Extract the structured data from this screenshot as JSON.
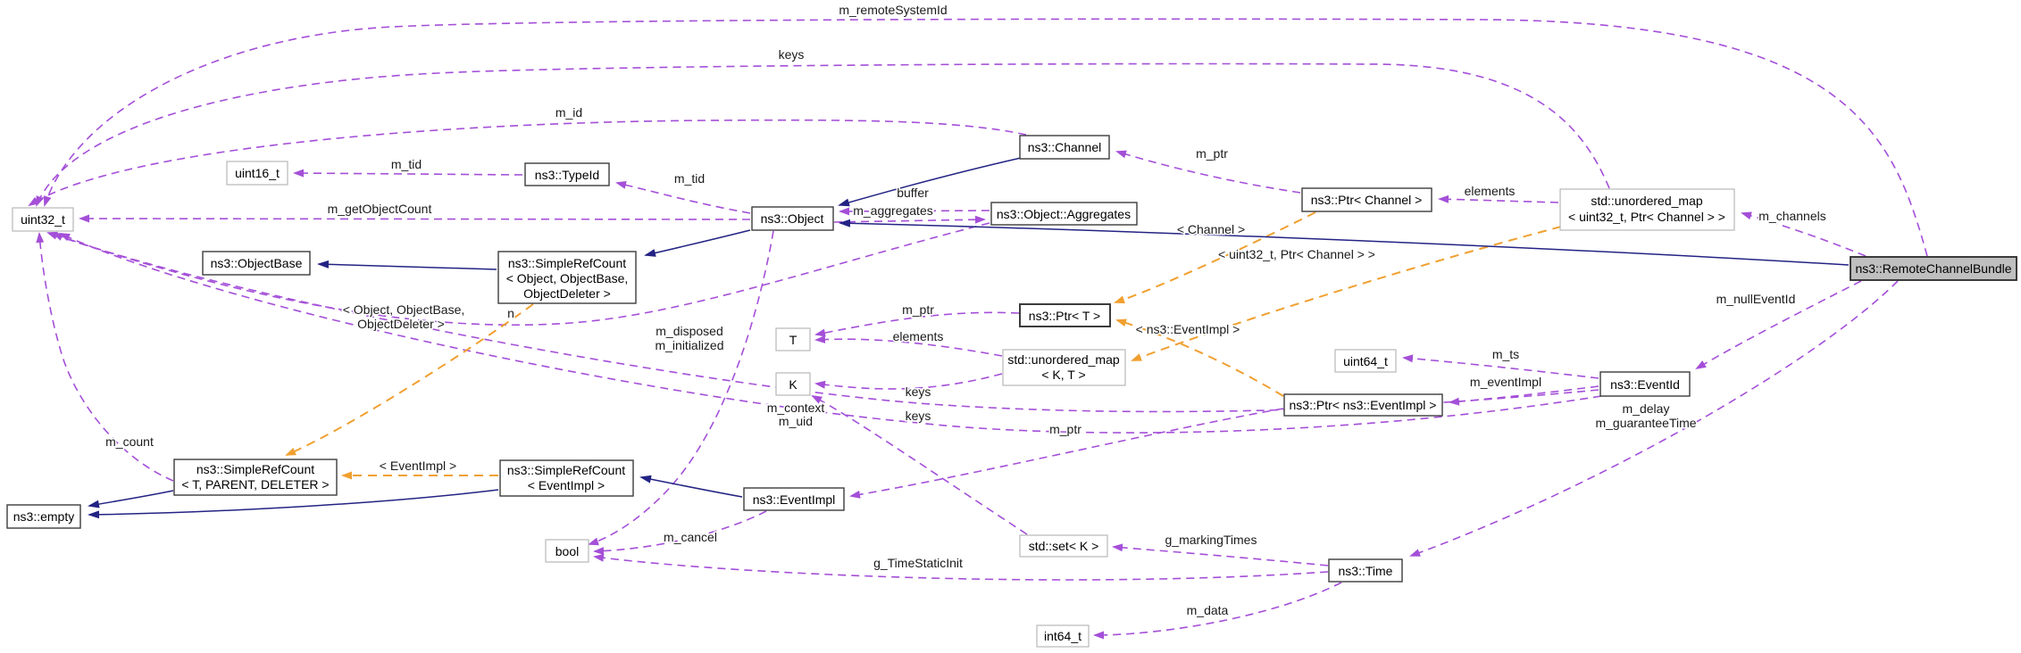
{
  "diagram": {
    "title": "ns3::RemoteChannelBundle collaboration graph",
    "colors": {
      "edge_member": "#a44fd8",
      "edge_template": "#f0a030",
      "edge_inherit": "#232384",
      "node_border": "#3c3c3c",
      "plain_border": "#b8b8b8",
      "main_fill": "#bfbfbf",
      "bg": "#ffffff"
    },
    "nodes": {
      "uint32": {
        "label": "uint32_t"
      },
      "uint16": {
        "label": "uint16_t"
      },
      "typeid": {
        "label": "ns3::TypeId"
      },
      "channel": {
        "label": "ns3::Channel"
      },
      "object": {
        "label": "ns3::Object"
      },
      "objectbase": {
        "label": "ns3::ObjectBase"
      },
      "src_object": {
        "line1": "ns3::SimpleRefCount",
        "line2": "< Object, ObjectBase,",
        "line3": "ObjectDeleter >"
      },
      "aggregates": {
        "label": "ns3::Object::Aggregates"
      },
      "ptr_channel": {
        "label": "ns3::Ptr< Channel >"
      },
      "umap_channel": {
        "line1": "std::unordered_map",
        "line2": "< uint32_t, Ptr< Channel > >"
      },
      "rcb": {
        "label": "ns3::RemoteChannelBundle"
      },
      "t": {
        "label": "T"
      },
      "k": {
        "label": "K"
      },
      "ptr_t": {
        "label": "ns3::Ptr< T >"
      },
      "umap_kt": {
        "line1": "std::unordered_map",
        "line2": "< K, T >"
      },
      "uint64": {
        "label": "uint64_t"
      },
      "ptr_eventimpl": {
        "label": "ns3::Ptr< ns3::EventImpl >"
      },
      "eventid": {
        "label": "ns3::EventId"
      },
      "src_tpd": {
        "line1": "ns3::SimpleRefCount",
        "line2": "< T, PARENT, DELETER >"
      },
      "src_ei": {
        "line1": "ns3::SimpleRefCount",
        "line2": "< EventImpl >"
      },
      "eventimpl": {
        "label": "ns3::EventImpl"
      },
      "empty": {
        "label": "ns3::empty"
      },
      "bool": {
        "label": "bool"
      },
      "set_k": {
        "label": "std::set< K >"
      },
      "time": {
        "label": "ns3::Time"
      },
      "int64": {
        "label": "int64_t"
      }
    },
    "edges": {
      "m_remoteSystemId": "m_remoteSystemId",
      "keys_top": "keys",
      "m_id": "m_id",
      "m_tid_u16": "m_tid",
      "m_getObjectCount": "m_getObjectCount",
      "m_tid_obj": "m_tid",
      "buffer": "buffer",
      "m_aggregates": "m_aggregates",
      "m_ptr_channel": "m_ptr",
      "elements_channel": "elements",
      "m_channels": "m_channels",
      "tmpl_channel": "< Channel >",
      "tmpl_umap_channel": "< uint32_t, Ptr< Channel > >",
      "tmpl_src_object_1": "< Object, ObjectBase,",
      "tmpl_src_object_2": "ObjectDeleter >",
      "n": "n",
      "m_ptr_t": "m_ptr",
      "elements_t": "elements",
      "m_disposed": "m_disposed",
      "m_initialized": "m_initialized",
      "tmpl_ptr_eventimpl": "< ns3::EventImpl >",
      "m_ts": "m_ts",
      "m_eventImpl": "m_eventImpl",
      "m_nullEventId": "m_nullEventId",
      "m_delay": "m_delay",
      "m_guaranteeTime": "m_guaranteeTime",
      "m_context": "m_context",
      "m_uid": "m_uid",
      "keys_map": "keys",
      "keys_set": "keys",
      "m_ptr_eventimpl": "m_ptr",
      "m_count": "m_count",
      "tmpl_eventimpl": "< EventImpl >",
      "m_cancel": "m_cancel",
      "g_TimeStaticInit": "g_TimeStaticInit",
      "g_markingTimes": "g_markingTimes",
      "m_data": "m_data"
    }
  }
}
